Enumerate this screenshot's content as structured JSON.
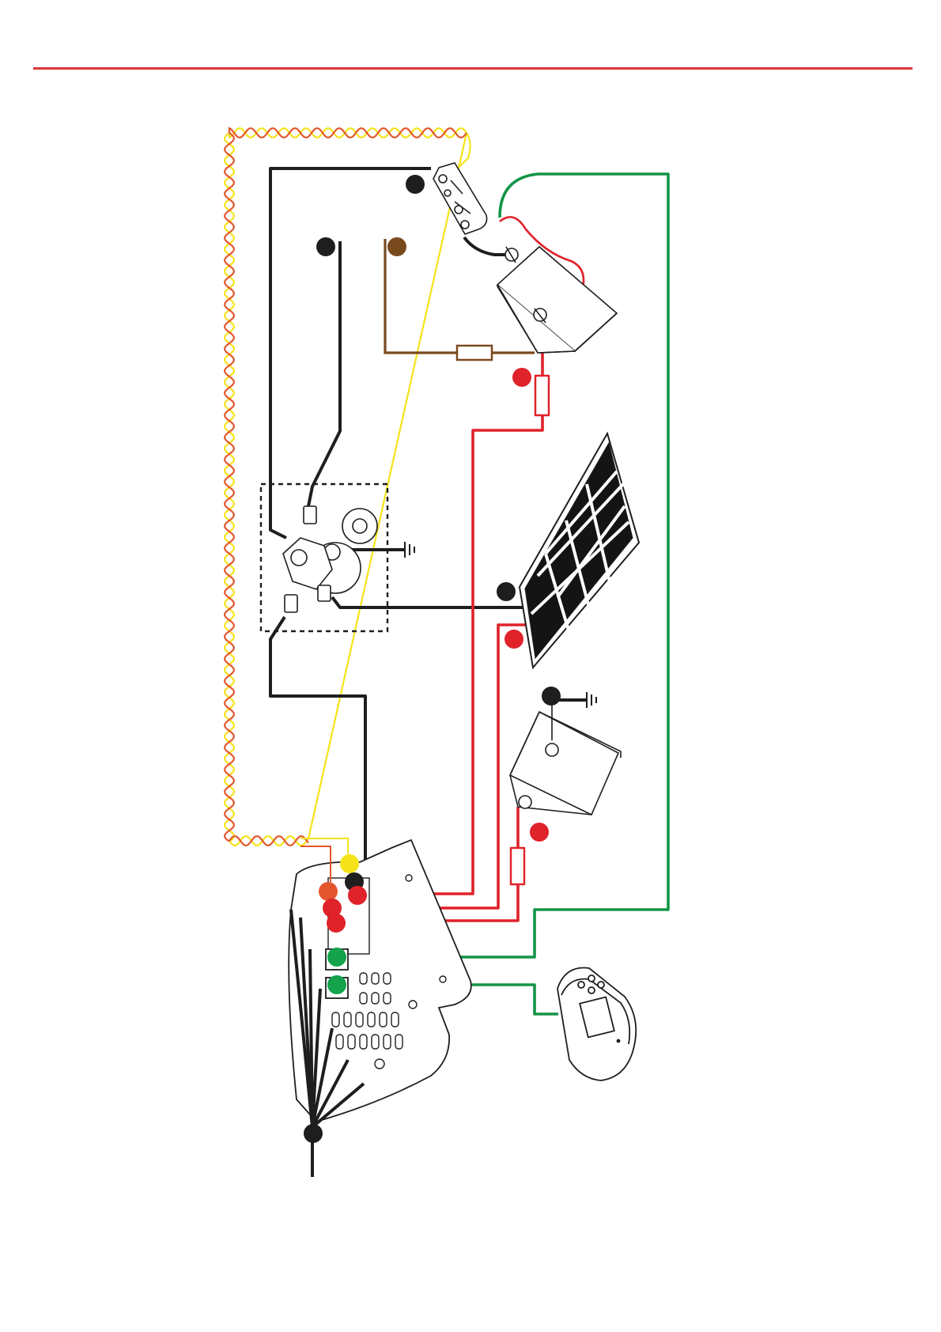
{
  "colors": {
    "header_rule": "#d9383a",
    "wire_black": "#1e1e1e",
    "wire_red": "#e0222a",
    "wire_green": "#149448",
    "wire_brown": "#7a4a1f",
    "wire_yellow": "#f5e31a",
    "wire_orange": "#e4572e",
    "terminal_green": "#14a24a",
    "panel_cell": "#141414",
    "outline": "#1e1e1e"
  },
  "components": [
    "busbar-terminal-block",
    "leisure-battery",
    "solar-panel",
    "alternator",
    "starter-battery",
    "controller-unit",
    "remote-display"
  ],
  "icons": [
    "ground-symbol-icon"
  ]
}
